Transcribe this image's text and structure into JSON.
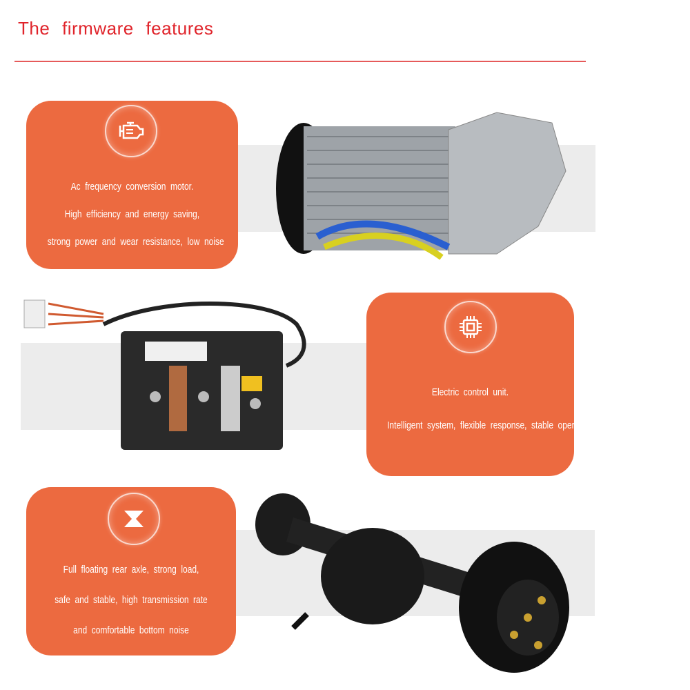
{
  "header": {
    "title": "The firmware features"
  },
  "features": [
    {
      "icon": "engine-icon",
      "lines": [
        "Ac frequency conversion motor.",
        "High efficiency and energy saving,",
        "strong power and wear resistance, low noise"
      ]
    },
    {
      "icon": "chip-icon",
      "lines": [
        "Electric control unit.",
        "Intelligent system, flexible response, stable operation"
      ]
    },
    {
      "icon": "axle-icon",
      "lines": [
        "Full floating rear axle, strong load,",
        "safe and stable, high transmission rate",
        "and comfortable bottom noise"
      ]
    }
  ],
  "colors": {
    "accent": "#ec6a40",
    "title": "#e0242b",
    "band": "#ececec"
  }
}
